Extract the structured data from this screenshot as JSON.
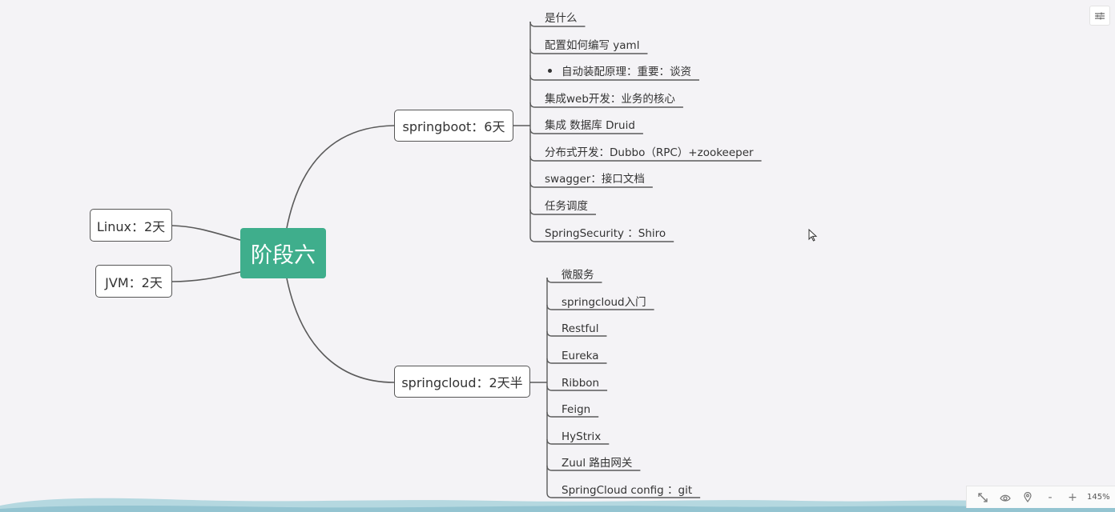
{
  "mindmap": {
    "root": "阶段六",
    "left_branches": [
      "Linux：2天",
      "JVM：2天"
    ],
    "springboot": {
      "label": "springboot：6天",
      "items": [
        "是什么",
        "配置如何编写  yaml",
        "自动装配原理：重要：谈资",
        "集成web开发：业务的核心",
        "集成 数据库 Druid",
        "分布式开发：Dubbo（RPC）+zookeeper",
        "swagger：接口文档",
        "任务调度",
        "SpringSecurity ：Shiro"
      ]
    },
    "springcloud": {
      "label": "springcloud：2天半",
      "items": [
        "微服务",
        "springcloud入门",
        "Restful",
        "Eureka",
        "Ribbon",
        "Feign",
        "HyStrix",
        "Zuul 路由网关",
        "SpringCloud config ：git"
      ]
    }
  },
  "toolbar": {
    "zoom": "145%",
    "icons": [
      "fit-screen-icon",
      "eye-icon",
      "location-pin-icon",
      "zoom-out-icon",
      "zoom-in-icon"
    ],
    "zoom_out_label": "-",
    "zoom_in_label": "+"
  },
  "colors": {
    "root_bg": "#3fae8c",
    "line": "#555555",
    "background": "#f4f3f6"
  }
}
